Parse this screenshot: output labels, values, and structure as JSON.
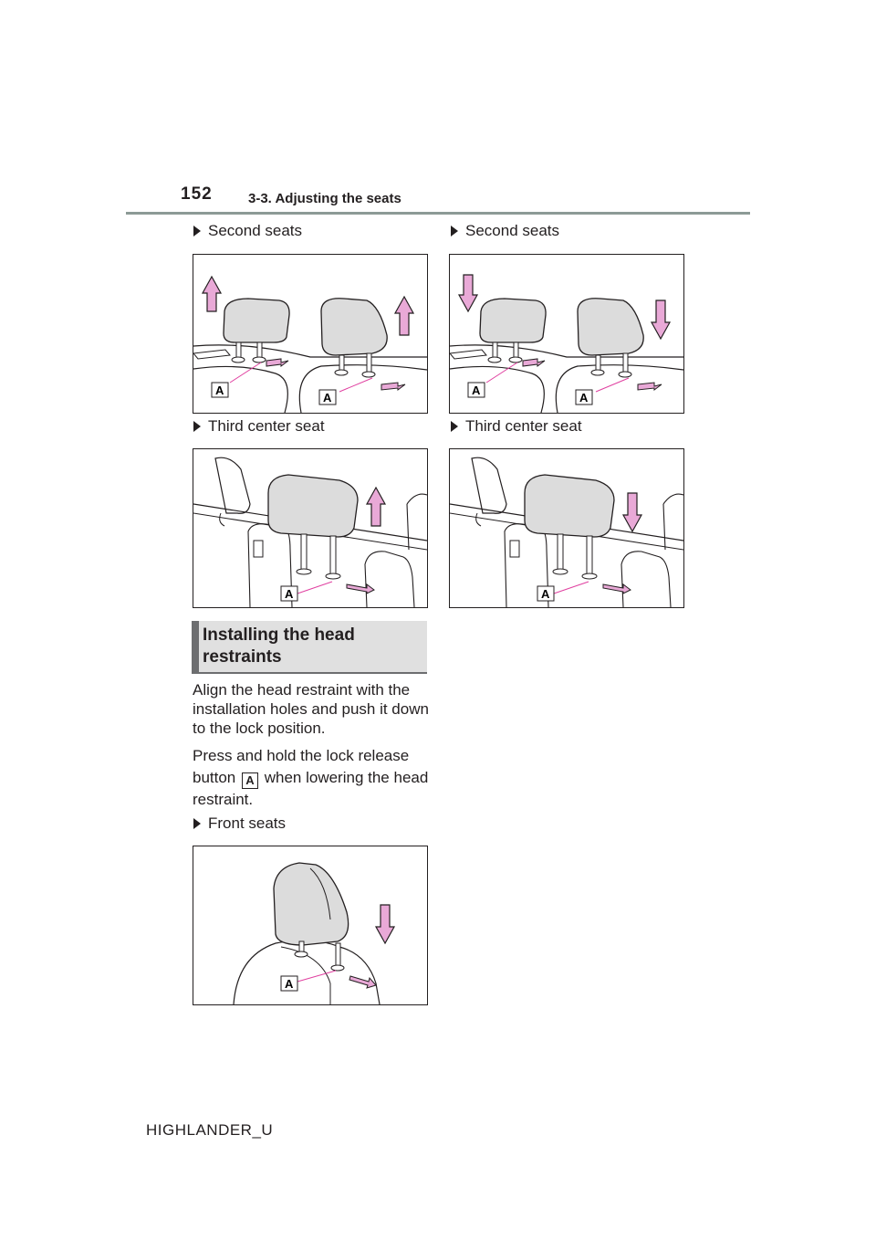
{
  "header": {
    "page_number": "152",
    "section": "3-3. Adjusting the seats"
  },
  "left": {
    "label1": "Second seats",
    "label2": "Third center seat",
    "heading": "Installing the head restraints",
    "para1": "Align the head restraint with the installation holes and push it down to the lock position.",
    "para2_before": "Press and hold the lock release button",
    "para2_after": "when lowering the head restraint.",
    "label3": "Front seats"
  },
  "right": {
    "label1": "Second seats",
    "label2": "Third center seat"
  },
  "callout_letter": "A",
  "footer": {
    "model": "HIGHLANDER_U"
  },
  "colors": {
    "arrow": "#e9a9d7",
    "headrest": "#dcdcdc",
    "leader": "#e040a0"
  }
}
